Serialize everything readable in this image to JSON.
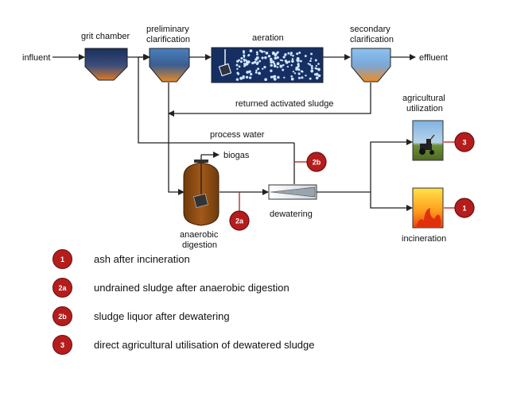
{
  "labels": {
    "influent": "influent",
    "grit_chamber": "grit chamber",
    "preliminary_1": "preliminary",
    "preliminary_2": "clarification",
    "aeration": "aeration",
    "secondary_1": "secondary",
    "secondary_2": "clarification",
    "effluent": "effluent",
    "returned_sludge": "returned activated sludge",
    "process_water": "process water",
    "biogas": "biogas",
    "anaerobic_1": "anaerobic",
    "anaerobic_2": "digestion",
    "dewatering": "dewatering",
    "agricultural_1": "agricultural",
    "agricultural_2": "utilization",
    "incineration": "incineration"
  },
  "markers": {
    "m1": "1",
    "m2a": "2a",
    "m2b": "2b",
    "m3": "3"
  },
  "legend": [
    {
      "badge": "1",
      "text": "ash after incineration"
    },
    {
      "badge": "2a",
      "text": "undrained sludge after anaerobic digestion"
    },
    {
      "badge": "2b",
      "text": "sludge liquor after dewatering"
    },
    {
      "badge": "3",
      "text": "direct agricultural utilisation of dewatered sludge"
    }
  ],
  "colors": {
    "marker_red": "#b51d1d",
    "tank_dark": "#1d3a6a",
    "tank_orange": "#e07a25",
    "aeration_blue": "#162f63",
    "digester_brown": "#8b4a12"
  }
}
